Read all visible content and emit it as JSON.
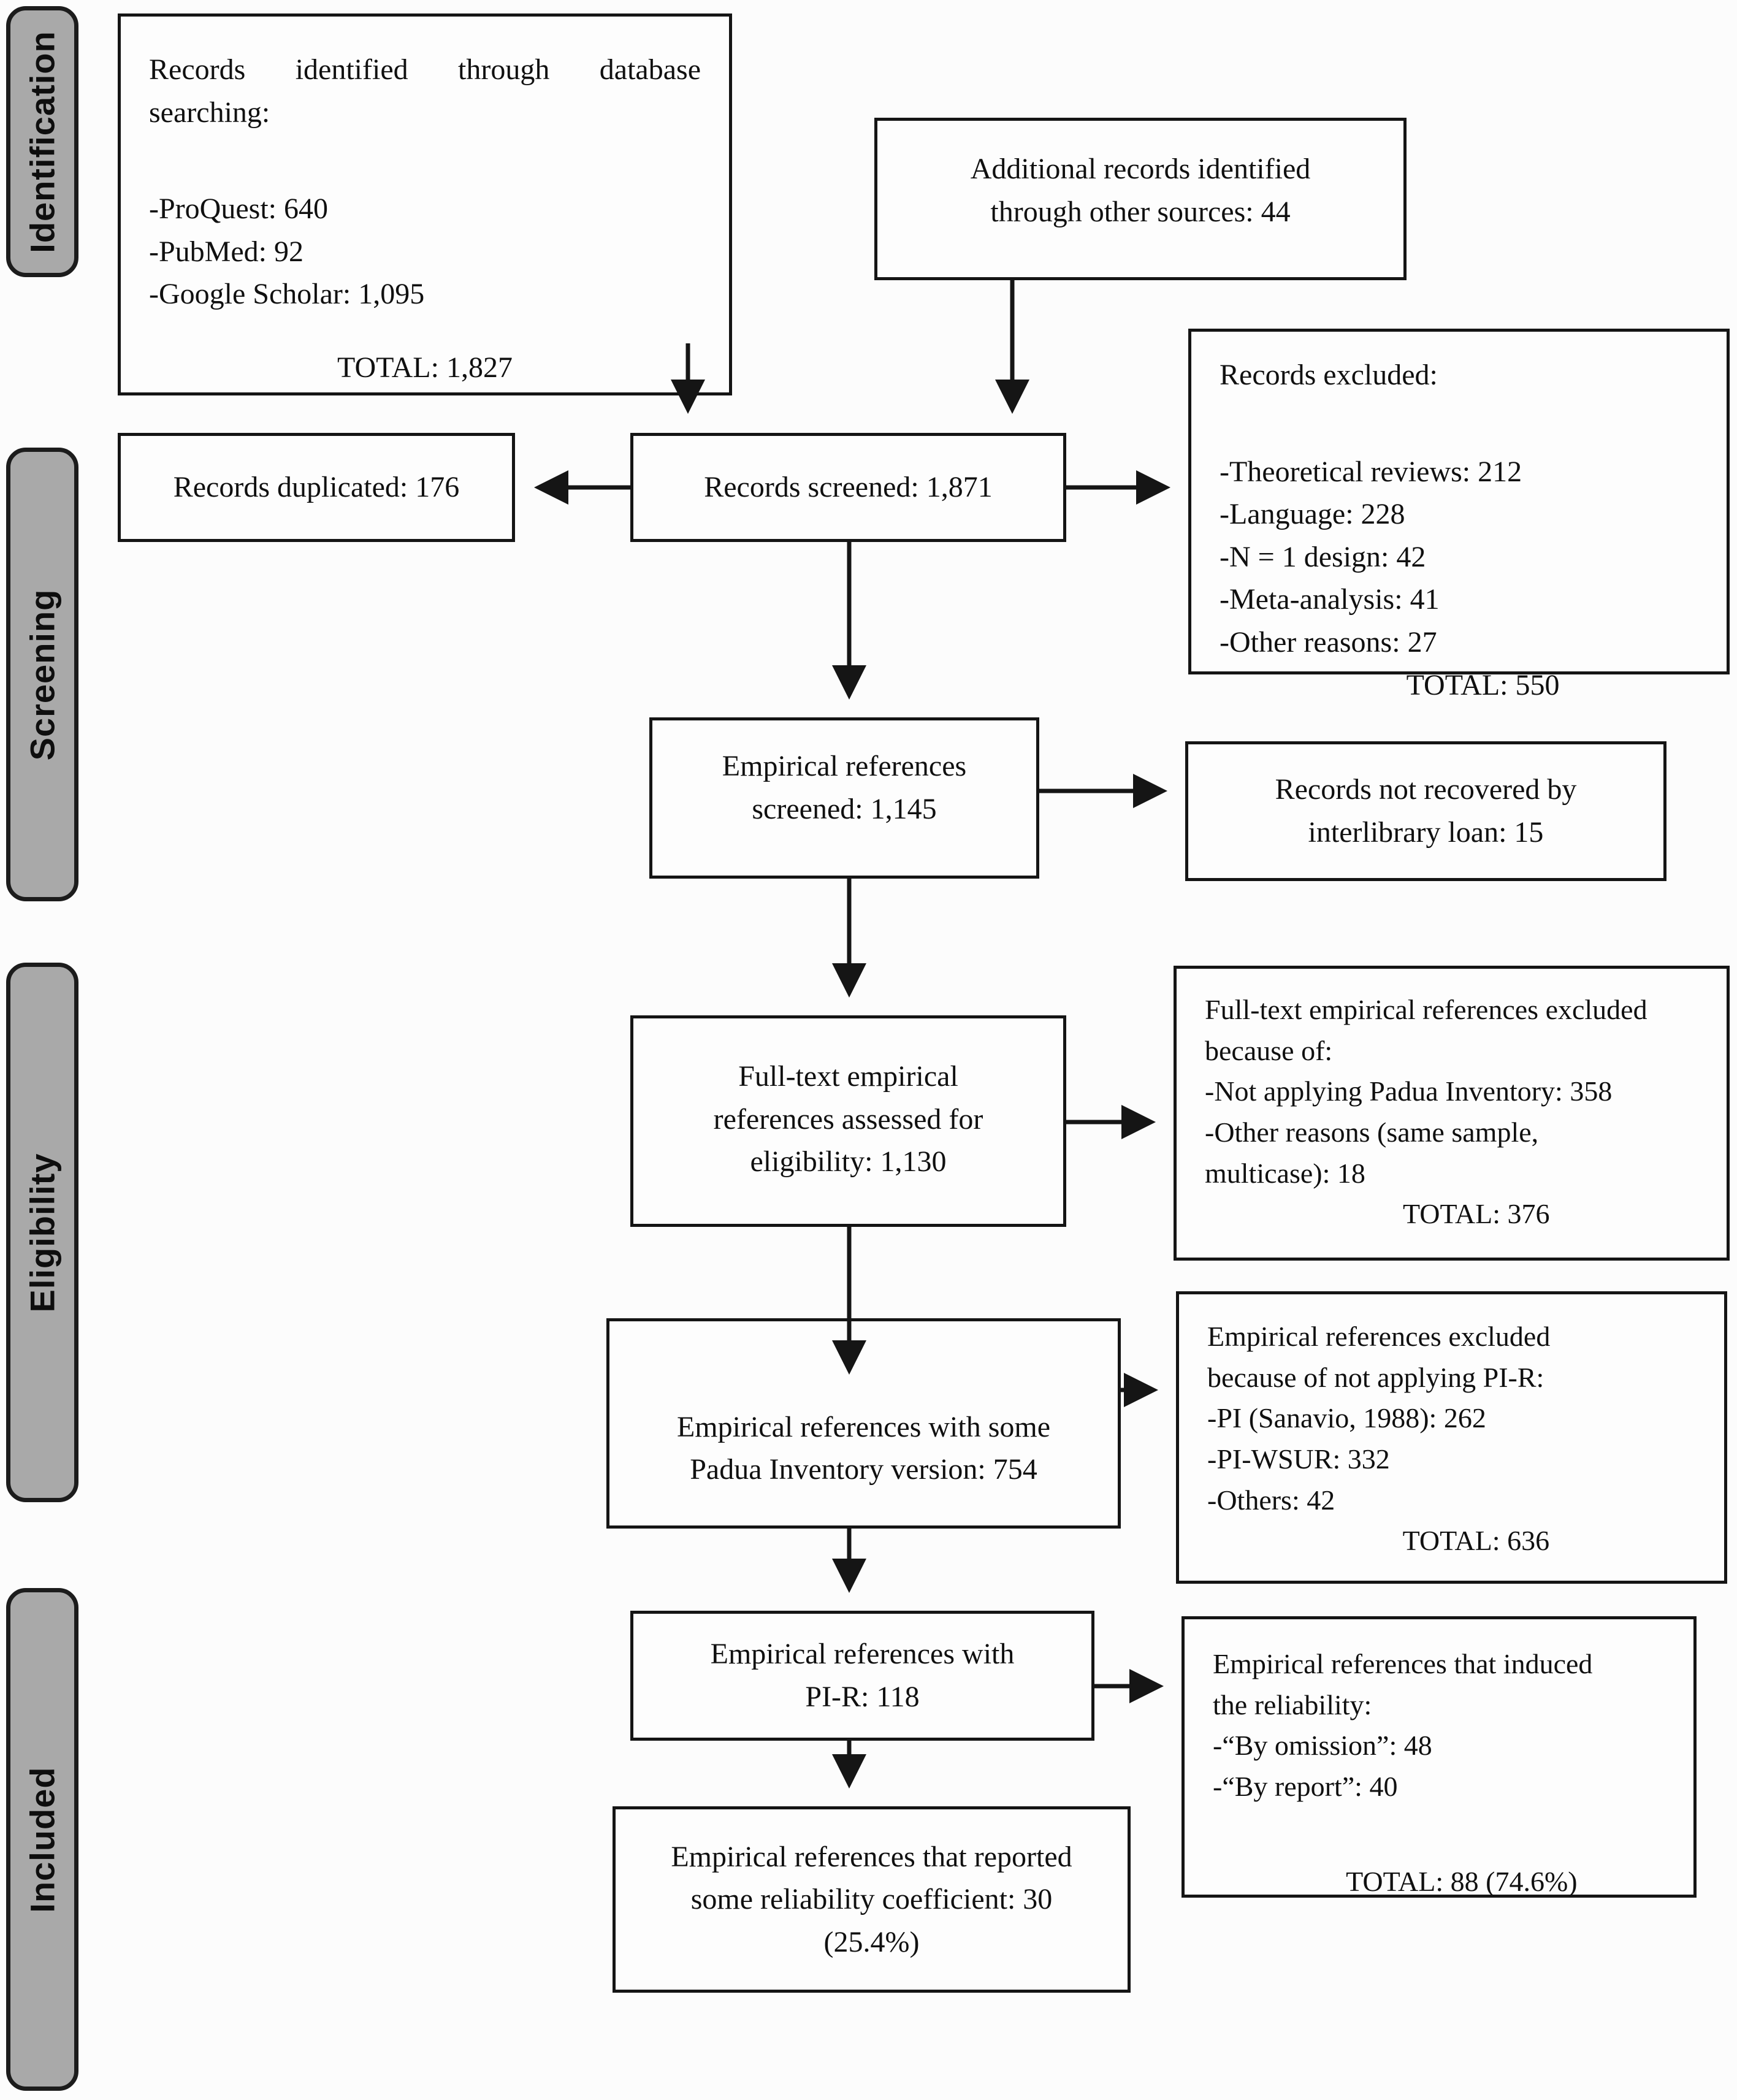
{
  "colors": {
    "background": "#fcfcfc",
    "box_border": "#151515",
    "text": "#101010",
    "label_fill": "#a9a9a9",
    "label_border": "#1c1c1c"
  },
  "sidebar": {
    "identification": "Identification",
    "screening": "Screening",
    "eligibility": "Eligibility",
    "included": "Included"
  },
  "boxes": {
    "identified": {
      "title_line1": "Records identified through database",
      "title_line2": "searching:",
      "items": [
        "-ProQuest: 640",
        "-PubMed: 92",
        "-Google Scholar: 1,095"
      ],
      "total": "TOTAL: 1,827"
    },
    "additional": {
      "lines": [
        "Additional records identified",
        "through other sources: 44"
      ]
    },
    "excluded_records": {
      "title": "Records excluded:",
      "items": [
        "-Theoretical reviews: 212",
        "-Language: 228",
        "-N = 1 design: 42",
        "-Meta-analysis: 41",
        "-Other reasons: 27"
      ],
      "total": "TOTAL: 550"
    },
    "duplicated": {
      "lines": [
        "Records duplicated: 176"
      ]
    },
    "screened": {
      "lines": [
        "Records screened: 1,871"
      ]
    },
    "empirical_screened": {
      "lines": [
        "Empirical references",
        "screened: 1,145"
      ]
    },
    "not_recovered": {
      "lines": [
        "Records not recovered by",
        "interlibrary loan: 15"
      ]
    },
    "fulltext_assessed": {
      "lines": [
        "Full-text empirical",
        "references assessed for",
        "eligibility: 1,130"
      ]
    },
    "fulltext_excluded": {
      "title_lines": [
        "Full-text empirical references excluded",
        "because of:"
      ],
      "items": [
        "-Not applying Padua Inventory: 358",
        "-Other reasons (same sample,",
        "multicase): 18"
      ],
      "total": "TOTAL: 376"
    },
    "padua_version": {
      "lines": [
        "Empirical references with some",
        "Padua Inventory version: 754"
      ]
    },
    "excluded_pir": {
      "title_lines": [
        "Empirical references excluded",
        "because of not applying PI-R:"
      ],
      "items": [
        "-PI (Sanavio, 1988): 262",
        "-PI-WSUR: 332",
        "-Others: 42"
      ],
      "total": "TOTAL: 636"
    },
    "with_pir": {
      "lines": [
        "Empirical references with",
        "PI-R: 118"
      ]
    },
    "induced_reliability": {
      "title_lines": [
        "Empirical references that induced",
        "the reliability:"
      ],
      "items": [
        "-“By omission”: 48",
        "-“By report”: 40"
      ],
      "total": "TOTAL: 88 (74.6%)"
    },
    "reported_reliability": {
      "lines": [
        "Empirical references that reported",
        "some reliability coefficient: 30",
        "(25.4%)"
      ]
    }
  }
}
